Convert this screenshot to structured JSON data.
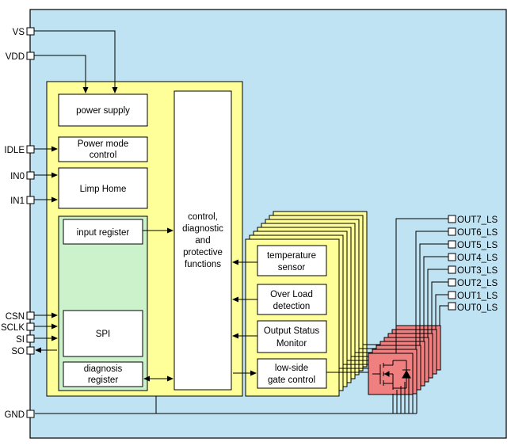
{
  "left_pins": [
    {
      "id": "vs",
      "label": "VS"
    },
    {
      "id": "vdd",
      "label": "VDD"
    },
    {
      "id": "idle",
      "label": "IDLE"
    },
    {
      "id": "in0",
      "label": "IN0"
    },
    {
      "id": "in1",
      "label": "IN1"
    },
    {
      "id": "csn",
      "label": "CSN"
    },
    {
      "id": "sclk",
      "label": "SCLK"
    },
    {
      "id": "si",
      "label": "SI"
    },
    {
      "id": "so",
      "label": "SO"
    },
    {
      "id": "gnd",
      "label": "GND"
    }
  ],
  "output_pins": [
    "OUT7_LS",
    "OUT6_LS",
    "OUT5_LS",
    "OUT4_LS",
    "OUT3_LS",
    "OUT2_LS",
    "OUT1_LS",
    "OUT0_LS"
  ],
  "blocks": {
    "power_supply": "power supply",
    "power_mode_1": "Power mode",
    "power_mode_2": "control",
    "limp_home": "Limp Home",
    "input_register": "input register",
    "spi": "SPI",
    "diagnosis_1": "diagnosis",
    "diagnosis_2": "register",
    "control_1": "control,",
    "control_2": "diagnostic",
    "control_3": "and",
    "control_4": "protective",
    "control_5": "functions",
    "temp_1": "temperature",
    "temp_2": "sensor",
    "overload_1": "Over Load",
    "overload_2": "detection",
    "status_1": "Output Status",
    "status_2": "Monitor",
    "gate_1": "low-side",
    "gate_2": "gate control"
  },
  "colors": {
    "chip_bg": "#bfe3f2",
    "block_fill": "#ffff99",
    "spi_fill": "#ccf2cc",
    "power_stage": "#f08080",
    "white": "#ffffff"
  }
}
